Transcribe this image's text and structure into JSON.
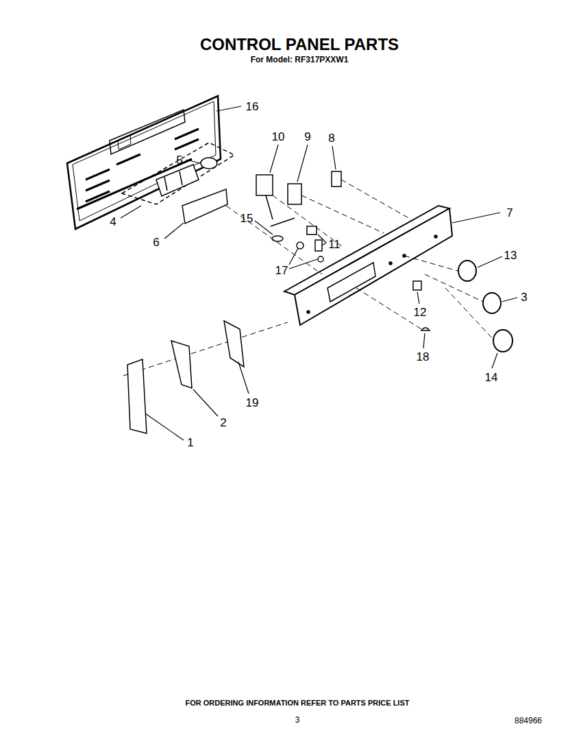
{
  "diagram": {
    "title": "CONTROL PANEL PARTS",
    "labels": [
      "For Model: RF317PXXW1",
      "16",
      "10",
      "9",
      "8",
      "5",
      "4",
      "6",
      "15",
      "11",
      "7",
      "17",
      "13",
      "3",
      "12",
      "18",
      "14",
      "2",
      "19",
      "1",
      "FOR ORDERING INFORMATION REFER TO PARTS PRICE LIST",
      "3",
      "884966"
    ]
  }
}
